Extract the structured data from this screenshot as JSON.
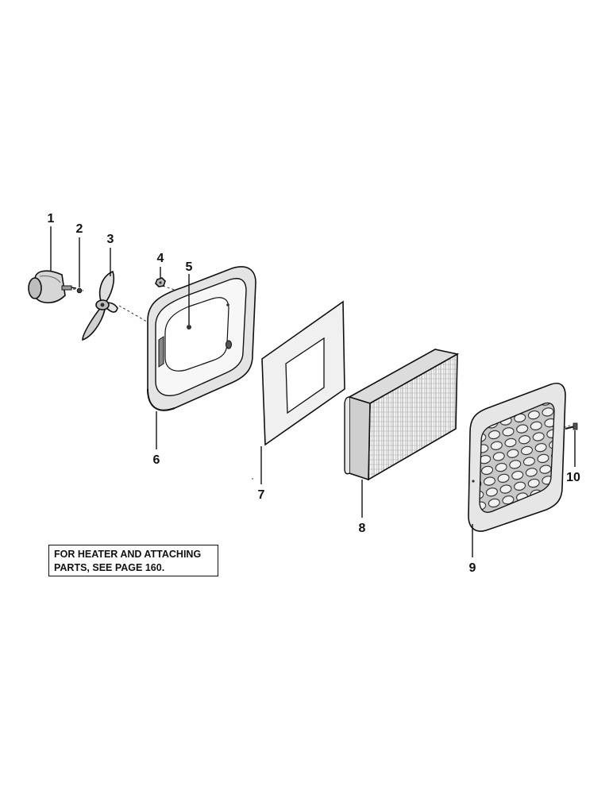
{
  "callouts": {
    "c1": "1",
    "c2": "2",
    "c3": "3",
    "c4": "4",
    "c5": "5",
    "c6": "6",
    "c7": "7",
    "c8": "8",
    "c9": "9",
    "c10": "10"
  },
  "note": {
    "line1": "FOR HEATER AND ATTACHING",
    "line2": "PARTS, SEE PAGE 160."
  }
}
